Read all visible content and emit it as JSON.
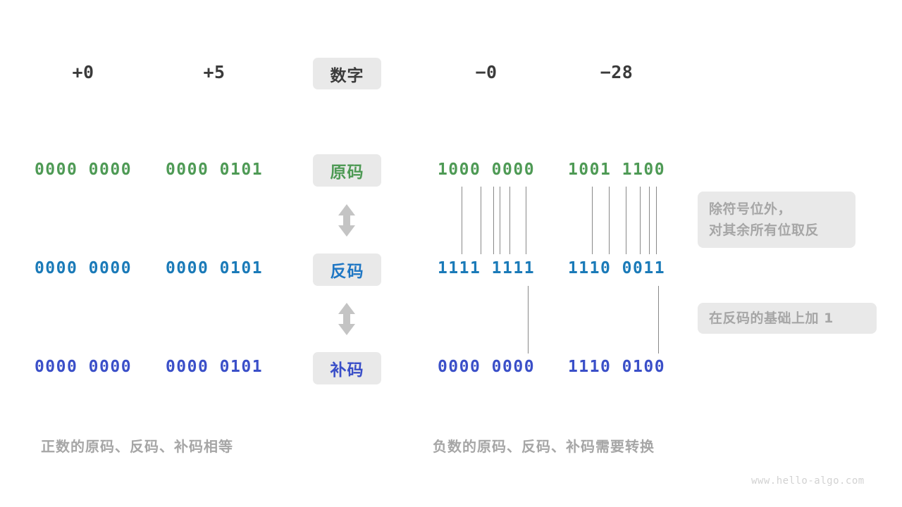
{
  "figure": {
    "columns": [
      {
        "id": "pos-zero",
        "header": "+0"
      },
      {
        "id": "pos-five",
        "header": "+5"
      },
      {
        "id": "row-label",
        "header": "数字"
      },
      {
        "id": "neg-zero",
        "header": "−0"
      },
      {
        "id": "neg-28",
        "header": "−28"
      }
    ],
    "rows": [
      {
        "id": "sign-magnitude",
        "label": "原码",
        "color": "#4e9a55",
        "values": {
          "pos-zero": "0000 0000",
          "pos-five": "0000 0101",
          "neg-zero": "1000 0000",
          "neg-28": "1001 1100"
        }
      },
      {
        "id": "ones-complement",
        "label": "反码",
        "color": "#1a7ab8",
        "values": {
          "pos-zero": "0000 0000",
          "pos-five": "0000 0101",
          "neg-zero": "1111 1111",
          "neg-28": "1110 0011"
        }
      },
      {
        "id": "twos-complement",
        "label": "补码",
        "color": "#3a4fc8",
        "values": {
          "pos-zero": "0000 0000",
          "pos-five": "0000 0101",
          "neg-zero": "0000 0000",
          "neg-28": "1110 0100"
        }
      }
    ],
    "notes": [
      {
        "id": "invert-note",
        "lines": [
          "除符号位外，",
          "对其余所有位取反"
        ]
      },
      {
        "id": "add-one-note",
        "lines": [
          "在反码的基础上加 1"
        ]
      }
    ],
    "captions": {
      "left": "正数的原码、反码、补码相等",
      "right": "负数的原码、反码、补码需要转换"
    },
    "arrow_icons": [
      {
        "id": "arrow-sign-to-ones",
        "name": "up-down-arrow-icon"
      },
      {
        "id": "arrow-ones-to-twos",
        "name": "up-down-arrow-icon"
      }
    ],
    "watermark": "www.hello-algo.com",
    "colors": {
      "text": "#3b3b3b",
      "green": "#4e9a55",
      "blue": "#1a7ab8",
      "indigo": "#3a4fc8",
      "muted": "#a6a6a6",
      "pill_bg": "#e9e9e9",
      "line": "#888888",
      "background": "#ffffff"
    }
  }
}
